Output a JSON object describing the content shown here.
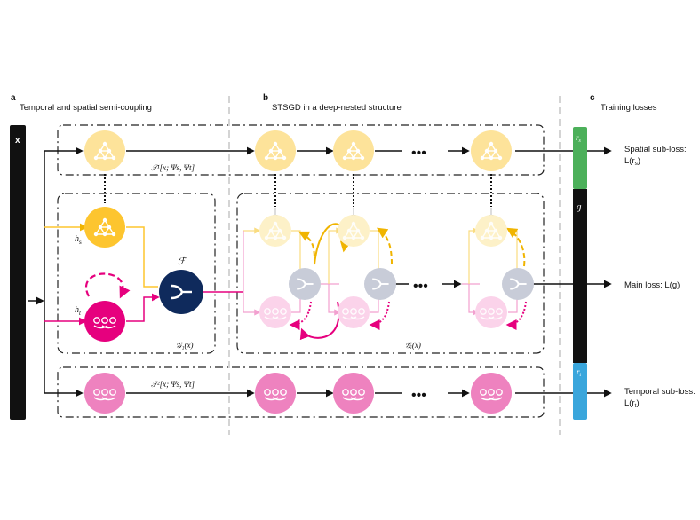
{
  "panels": {
    "a": {
      "letter": "a",
      "title": "Temporal and spatial semi-coupling"
    },
    "b": {
      "letter": "b",
      "title": "STSGD in a deep-nested structure"
    },
    "c": {
      "letter": "c",
      "title": "Training losses"
    }
  },
  "input_label": "x",
  "labels": {
    "hs": "h",
    "hs_sub": "s",
    "ht": "h",
    "ht_sub": "t",
    "fusion": "ℱ",
    "T1": "𝒯¹[x; Ψs, Ψt]",
    "T2": "𝒯²[x; Ψs, Ψt]",
    "G1": "𝒢₁(x)",
    "Gi": "𝒢ᵢ(x)",
    "ellipsis": "•••"
  },
  "bars": {
    "rs": "r",
    "rs_sub": "s",
    "g": "g",
    "rt": "r",
    "rt_sub": "t"
  },
  "losses": {
    "spatial_line1": "Spatial sub-loss:",
    "spatial_line2": "L(r",
    "spatial_sub": "s",
    "main": "Main loss: L(g)",
    "temporal_line1": "Temporal sub-loss:",
    "temporal_line2": "L(r",
    "temporal_sub": "t"
  },
  "colors": {
    "spatial": "#fdc52f",
    "spatial_light": "#fde9a6",
    "temporal": "#e6007e",
    "temporal_light": "#f6b8dc",
    "temporal_mid": "#ee82bf",
    "fusion": "#0f2a5c",
    "fusion_light": "#c8ccd8",
    "bar_green": "#4cb05a",
    "bar_blue": "#3aa6dc",
    "bar_black": "#111111"
  }
}
